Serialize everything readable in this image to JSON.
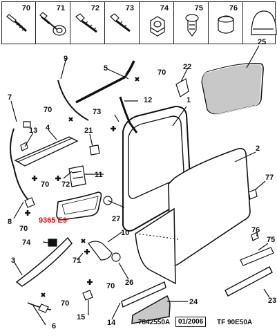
{
  "header_parts": [
    "70",
    "71",
    "72",
    "73",
    "74",
    "75",
    "76"
  ],
  "callouts": {
    "c25": "25",
    "c9": "9",
    "c5": "5",
    "c70a": "70",
    "c22": "22",
    "c7": "7",
    "c12": "12",
    "c1": "1",
    "c70b": "70",
    "c73": "73",
    "c13": "13",
    "c4": "4",
    "c21": "21",
    "c2": "2",
    "c11": "11",
    "c70c": "70",
    "c72": "72",
    "c77": "77",
    "c8": "8",
    "c70d": "70",
    "c27": "27",
    "c10": "10",
    "c76": "76",
    "c74": "74",
    "c75": "75",
    "c3": "3",
    "c71": "71",
    "c26": "26",
    "c70e": "70",
    "c70f": "70",
    "c15": "15",
    "c6": "6",
    "c14": "14",
    "c24": "24",
    "c23": "23"
  },
  "red_label": "9365 E9",
  "footer": {
    "code": "7842550A",
    "date": "01/2006",
    "ref": "TF 90E50A"
  }
}
